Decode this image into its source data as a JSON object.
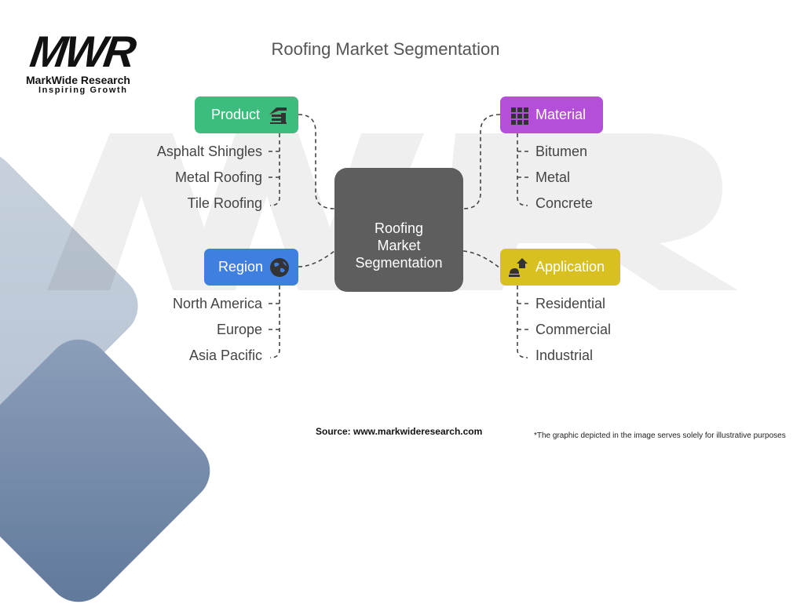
{
  "logo": {
    "mark": "MWR",
    "name": "MarkWide Research",
    "tagline": "Inspiring Growth"
  },
  "title": "Roofing Market Segmentation",
  "center": {
    "line1": "Roofing",
    "line2": "Market",
    "line3": "Segmentation",
    "color": "#5e5e5e"
  },
  "categories": [
    {
      "label": "Product",
      "icon": "house-roof-icon",
      "color": "#3dbd7d",
      "items": [
        "Asphalt Shingles",
        "Metal Roofing",
        "Tile Roofing"
      ]
    },
    {
      "label": "Material",
      "icon": "roof-tiles-icon",
      "color": "#b34fd9",
      "items": [
        "Bitumen",
        "Metal",
        "Concrete"
      ]
    },
    {
      "label": "Region",
      "icon": "globe-icon",
      "color": "#3f7fe0",
      "items": [
        "North America",
        "Europe",
        "Asia Pacific"
      ]
    },
    {
      "label": "Application",
      "icon": "construction-house-icon",
      "color": "#d8c020",
      "items": [
        "Residential",
        "Commercial",
        "Industrial"
      ]
    }
  ],
  "footer": {
    "source": "Source: www.markwideresearch.com",
    "disclaimer": "*The graphic depicted in the image serves solely for illustrative purposes"
  }
}
